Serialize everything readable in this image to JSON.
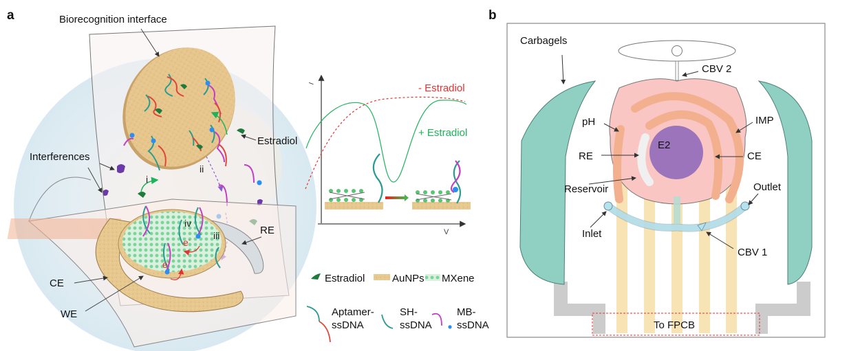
{
  "panel_a": {
    "letter": "a",
    "labels": {
      "biorecognition": "Biorecognition interface",
      "estradiol": "Estradiol",
      "interferences": "Interferences",
      "re": "RE",
      "ce": "CE",
      "we": "WE",
      "step_i": "i",
      "step_ii": "ii",
      "step_iii": "iii",
      "step_iv": "iv",
      "electron": "e",
      "electron_sup": "-"
    },
    "inset": {
      "y_axis_label": "I",
      "x_axis_label": "V",
      "curve_minus": "- Estradiol",
      "curve_plus": "+ Estradiol",
      "colors": {
        "minus": "#e8312f",
        "plus": "#1db35a"
      }
    },
    "legend": [
      {
        "label": "Estradiol",
        "icon": "estradiol-icon"
      },
      {
        "label": "AuNPs",
        "icon": "aunps-swatch-icon"
      },
      {
        "label": "MXene",
        "icon": "mxene-swatch-icon"
      },
      {
        "label_line1": "Aptamer-",
        "label_line2": "ssDNA",
        "icon": "aptamer-strand-icon"
      },
      {
        "label_line1": "SH-",
        "label_line2": "ssDNA",
        "icon": "sh-strand-icon"
      },
      {
        "label_line1": "MB-",
        "label_line2": "ssDNA",
        "icon": "mb-strand-icon"
      }
    ]
  },
  "panel_b": {
    "letter": "b",
    "labels": {
      "carbagels": "Carbagels",
      "cbv2": "CBV 2",
      "ph": "pH",
      "imp": "IMP",
      "re": "RE",
      "e2": "E2",
      "ce": "CE",
      "reservoir": "Reservoir",
      "outlet": "Outlet",
      "inlet": "Inlet",
      "cbv1": "CBV 1",
      "fpcb": "To FPCB"
    },
    "colors": {
      "carbagel": "#8fd0c3",
      "reservoir": "#f9c6c4",
      "electrode": "#f2b08f",
      "e2": "#9b74bb",
      "trace": "#f8e3b4",
      "channel": "#b5e2ef",
      "frame": "#cccccc"
    }
  }
}
